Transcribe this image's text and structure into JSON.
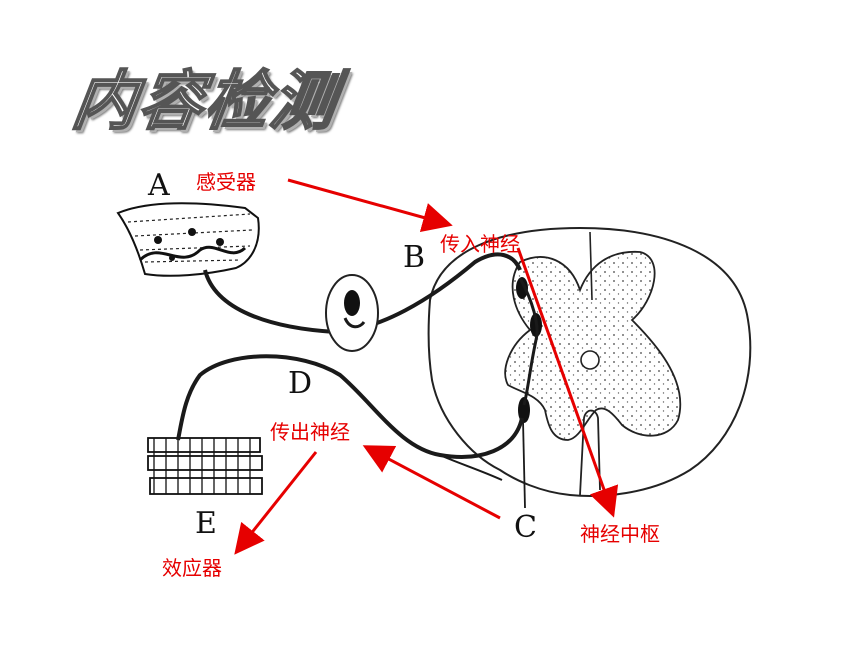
{
  "title": "内容检测",
  "letters": {
    "A": "A",
    "B": "B",
    "C": "C",
    "D": "D",
    "E": "E"
  },
  "labels": {
    "receptor": "感受器",
    "afferent": "传入神经",
    "center": "神经中枢",
    "efferent": "传出神经",
    "effector": "效应器"
  },
  "colors": {
    "arrow": "#e60000",
    "line": "#1a1a1a",
    "text": "#e60000"
  }
}
